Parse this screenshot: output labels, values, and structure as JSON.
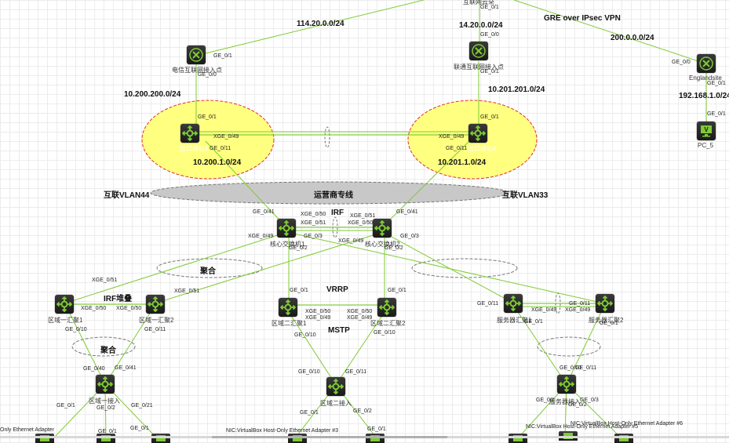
{
  "colors": {
    "link": "#7ecb32",
    "zone_fill": "#ffff80",
    "zone_border": "#e03030",
    "carrier_fill": "#c8c8c8",
    "device_bg": "#262626",
    "device_icon": "#7ecb32"
  },
  "nodes": {
    "cloud": {
      "name": "互联网云朵",
      "port": "GE_0/1"
    },
    "telecom": {
      "name": "电信互联网接入点",
      "port_up": "GE_0/1",
      "port_down": "GE_0/0"
    },
    "unicom": {
      "name": "联通互联网接入点",
      "port_up": "GE_0/0",
      "port_down": "GE_0/1"
    },
    "england": {
      "name": "Englandsite",
      "port_up": "GE_0/0",
      "port_down": "GE_0/1"
    },
    "pc5": {
      "name": "PC_5",
      "port": "GE_0/1"
    },
    "egress1": {
      "name": "出口核心1",
      "port_up": "GE_0/1",
      "port_irf": "XGE_0/49",
      "port_down": "GE_0/11"
    },
    "egress2": {
      "name": "出口核心2",
      "port_up": "GE_0/1",
      "port_irf": "XGE_0/49",
      "port_down": "GE_0/11"
    },
    "core1": {
      "name": "核心交换机1",
      "p41": "GE_0/41",
      "p50": "XGE_0/50",
      "p51": "XGE_0/51",
      "p49": "XGE_0/49",
      "p3": "GE_0/3",
      "p2": "GE_0/2"
    },
    "core2": {
      "name": "核心交换机2",
      "p41": "GE_0/41",
      "p51": "XGE_0/51",
      "p50": "XGE_0/50",
      "p49": "XGE_0/49",
      "p3": "GE_0/3",
      "p2": "GE_0/2"
    },
    "agg1a": {
      "name": "区域一汇聚1",
      "p51": "XGE_0/51",
      "p50": "XGE_0/50",
      "p10": "GE_0/10"
    },
    "agg1b": {
      "name": "区域一汇聚2",
      "p51": "XGE_0/51",
      "p50": "XGE_0/50",
      "p11": "GE_0/11"
    },
    "agg2a": {
      "name": "区域二汇聚1",
      "p1": "GE_0/1",
      "p50": "XGE_0/50",
      "p49": "XGE_0/49",
      "p10": "GE_0/10"
    },
    "agg2b": {
      "name": "区域二汇聚2",
      "p1": "GE_0/1",
      "p50": "XGE_0/50",
      "p49": "XGE_0/49",
      "p10": "GE_0/10"
    },
    "srvagg1": {
      "name": "服务器汇聚1",
      "p11": "GE_0/11",
      "pirf": "XGE_0/49",
      "p1": "GE_0/1"
    },
    "srvagg2": {
      "name": "服务器汇聚2",
      "p11": "GE_0/11",
      "pirf": "XGE_0/49",
      "p1": "GE_0/1"
    },
    "acc1": {
      "name": "区域一接入",
      "p40": "GE_0/40",
      "p41": "GE_0/41",
      "p1": "GE_0/1",
      "p2": "GE_0/2",
      "p21": "GE_0/21"
    },
    "acc2": {
      "name": "区域二接入",
      "p10": "GE_0/10",
      "p11": "GE_0/11",
      "p1": "GE_0/1",
      "p2": "GE_0/2"
    },
    "srvacc": {
      "name": "服务器接入",
      "p10": "GE_0/10",
      "p11": "GE_0/11",
      "p1": "GE_0/1",
      "p2": "GE_0/2",
      "p3": "GE_0/3"
    }
  },
  "networks": {
    "telecom_wan": "114.20.0.0/24",
    "unicom_wan": "14.20.0.0/24",
    "vpn": "GRE over IPsec VPN",
    "england_wan": "200.0.0.0/24",
    "england_lan": "192.168.1.0/24",
    "telecom_lan": "10.200.200.0/24",
    "unicom_lan": "10.201.201.0/24",
    "egress1_lan": "10.200.1.0/24",
    "egress2_lan": "10.201.1.0/24"
  },
  "tags": {
    "vlan44": "互联VLAN44",
    "vlan33": "互联VLAN33",
    "carrier": "运营商专线",
    "irf": "IRF",
    "agg_left": "聚合",
    "irf_stack": "IRF堆叠",
    "vrrp": "VRRP",
    "mstp": "MSTP",
    "agg_bottom": "聚合"
  },
  "endpoints": {
    "acc1_port1": "GE_0/1",
    "acc1_port2": "GE_0/1",
    "acc1_port3": "GE_0/1",
    "acc1_nic": "Only Ethernet Adapter",
    "acc2_port1": "GE_0/1",
    "acc2_nic": "NIC:VirtualBox Host-Only Ethernet Adapter #3",
    "srv_nic1": "NIC:VirtualBox Host-Only Ethernet Adapter #5",
    "srv_nic2": "NIC:VirtualBox Host-Only Ethernet Adapter #6"
  }
}
